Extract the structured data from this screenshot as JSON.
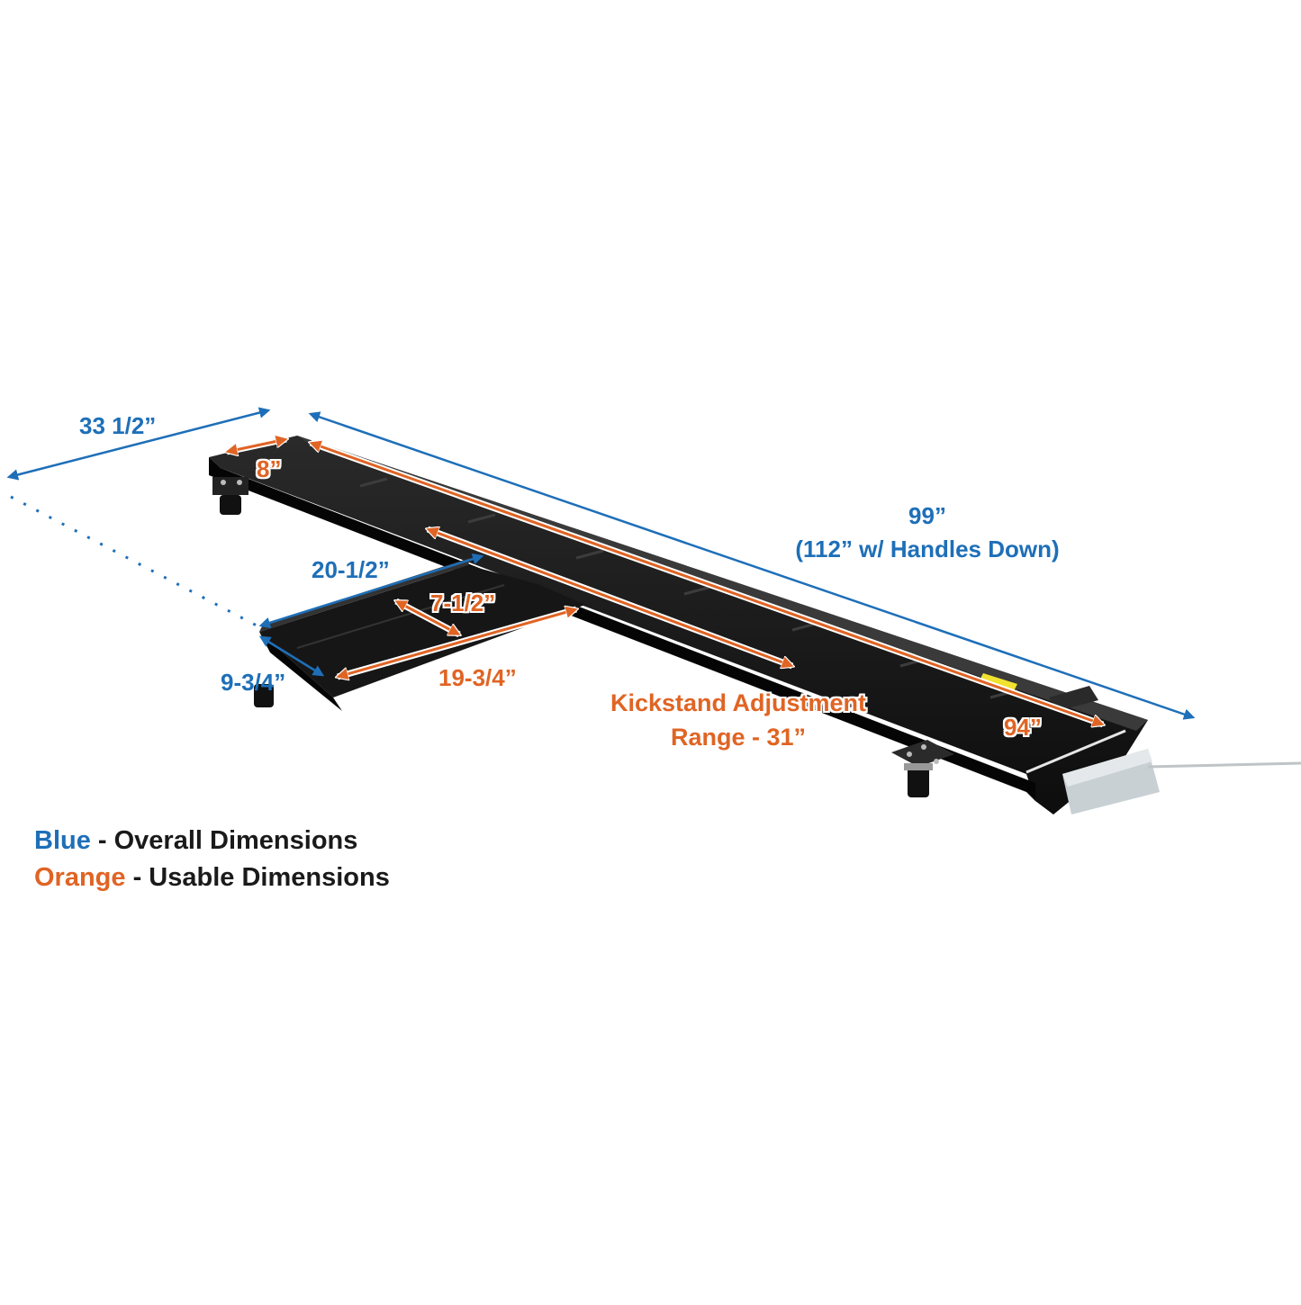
{
  "colors": {
    "background": "#ffffff",
    "overall_blue": "#1e6fb8",
    "usable_orange": "#e06424",
    "frame_black": "#141414",
    "text_dark": "#1a1a1a"
  },
  "dimensions": {
    "overall_width": "33 1/2”",
    "overall_length": "99”",
    "overall_length_note": "(112” w/ Handles Down)",
    "side_arm_length": "20-1/2”",
    "side_arm_width": "9-3/4”",
    "rail_width": "8”",
    "side_arm_usable_width": "7-1/2”",
    "side_arm_usable_length": "19-3/4”",
    "rail_usable_length": "94”",
    "kickstand_line1": "Kickstand Adjustment",
    "kickstand_line2": "Range - 31”"
  },
  "legend": {
    "items": [
      {
        "color_name": "Blue",
        "description": "- Overall Dimensions"
      },
      {
        "color_name": "Orange",
        "description": "- Usable Dimensions"
      }
    ]
  }
}
